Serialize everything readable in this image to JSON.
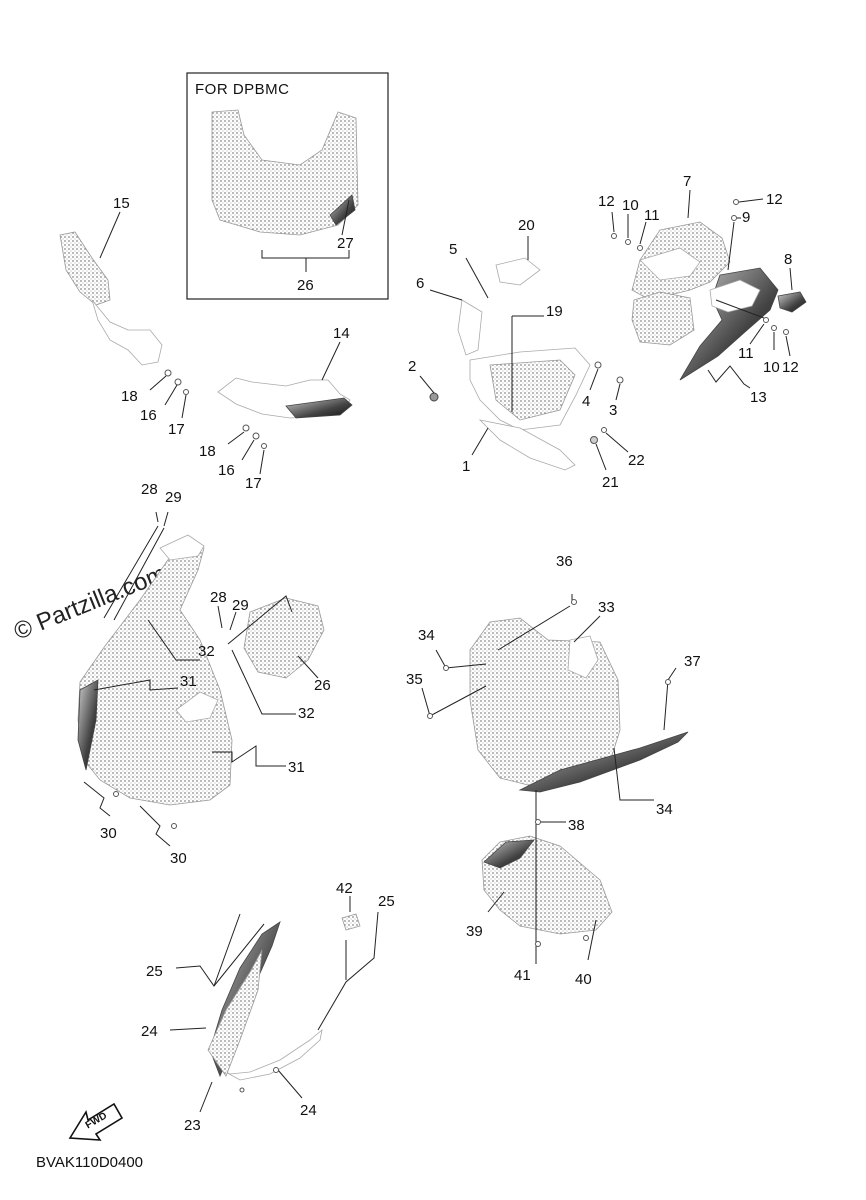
{
  "inset": {
    "title": "FOR DPBMC"
  },
  "diagram_code": "BVAK110D0400",
  "watermark": "© Partzilla.com",
  "fwd_label": "FWD",
  "callouts": {
    "c15": "15",
    "c18a": "18",
    "c16a": "16",
    "c17a": "17",
    "c14": "14",
    "c18b": "18",
    "c16b": "16",
    "c17b": "17",
    "c27": "27",
    "c26a": "26",
    "c20": "20",
    "c5": "5",
    "c6": "6",
    "c19": "19",
    "c2": "2",
    "c4": "4",
    "c3": "3",
    "c1": "1",
    "c22": "22",
    "c21": "21",
    "c7": "7",
    "c12a": "12",
    "c10a": "10",
    "c11a": "11",
    "c12b": "12",
    "c9": "9",
    "c8": "8",
    "c11b": "11",
    "c10b": "10",
    "c12c": "12",
    "c13": "13",
    "c28a": "28",
    "c29a": "29",
    "c28b": "28",
    "c29b": "29",
    "c32a": "32",
    "c26b": "26",
    "c31a": "31",
    "c32b": "32",
    "c31b": "31",
    "c30a": "30",
    "c30b": "30",
    "c36": "36",
    "c33": "33",
    "c34a": "34",
    "c35": "35",
    "c37": "37",
    "c34b": "34",
    "c38": "38",
    "c39": "39",
    "c41": "41",
    "c40": "40",
    "c42": "42",
    "c25a": "25",
    "c25b": "25",
    "c24a": "24",
    "c23": "23",
    "c24b": "24"
  }
}
